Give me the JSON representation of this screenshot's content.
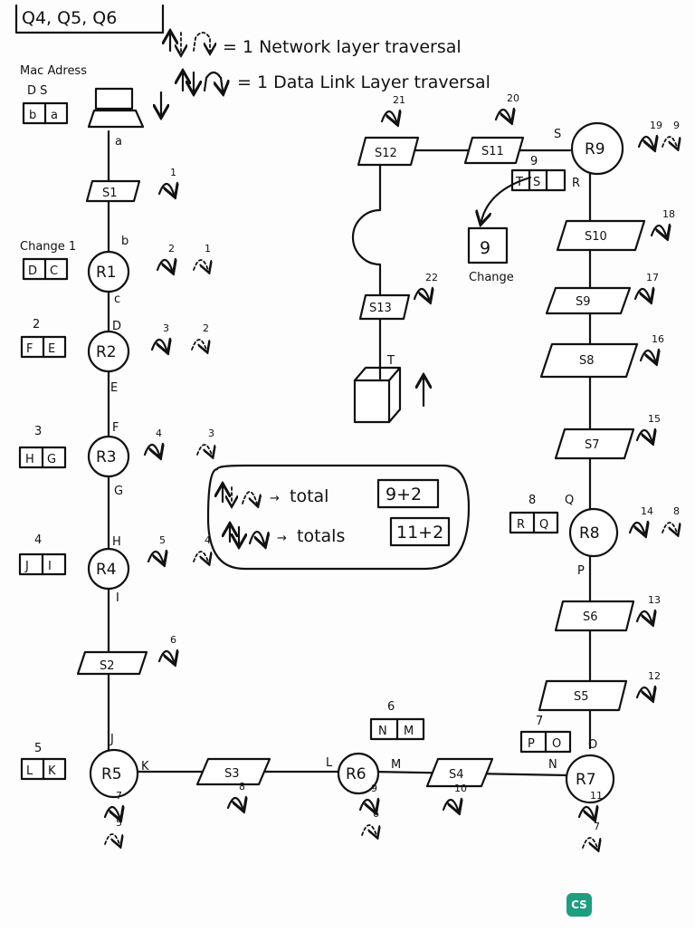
{
  "header": {
    "title": "Q4, Q5, Q6",
    "legend_network": "= 1 Network layer traversal",
    "legend_datalink": "= 1 Data Link Layer traversal",
    "mac_address_label": "Mac Adress",
    "ds_label": "D S"
  },
  "summary": {
    "network_total_label": "total",
    "network_total_value": "9+2",
    "datalink_total_label": "totals",
    "datalink_total_value": "11+2"
  },
  "host_source": {
    "mac_d": "b",
    "mac_s": "a",
    "port": "a"
  },
  "host_dest": {
    "port": "T"
  },
  "switches": {
    "s1": "S1",
    "s2": "S2",
    "s3": "S3",
    "s4": "S4",
    "s5": "S5",
    "s6": "S6",
    "s7": "S7",
    "s8": "S8",
    "s9": "S9",
    "s10": "S10",
    "s11": "S11",
    "s12": "S12",
    "s13": "S13"
  },
  "routers": {
    "r1": "R1",
    "r2": "R2",
    "r3": "R3",
    "r4": "R4",
    "r5": "R5",
    "r6": "R6",
    "r7": "R7",
    "r8": "R8",
    "r9": "R9"
  },
  "ports": {
    "b": "b",
    "c": "c",
    "d": "D",
    "e": "E",
    "f": "F",
    "g": "G",
    "h": "H",
    "i": "I",
    "j": "J",
    "k": "K",
    "l": "L",
    "m": "M",
    "n": "N",
    "o": "O",
    "p": "P",
    "q": "Q",
    "r": "R",
    "s": "S",
    "t": "T"
  },
  "mac_boxes": [
    {
      "step": "Change 1",
      "d": "D",
      "s": "C"
    },
    {
      "step": "2",
      "d": "F",
      "s": "E"
    },
    {
      "step": "3",
      "d": "H",
      "s": "G"
    },
    {
      "step": "4",
      "d": "J",
      "s": "I"
    },
    {
      "step": "5",
      "d": "L",
      "s": "K"
    },
    {
      "step": "6",
      "d": "N",
      "s": "M"
    },
    {
      "step": "7",
      "d": "P",
      "s": "O"
    },
    {
      "step": "8",
      "d": "R",
      "s": "Q"
    },
    {
      "step": "9",
      "d": "T",
      "s": "S"
    }
  ],
  "change_box": {
    "value": "9",
    "label": "Change"
  },
  "dl_counts": {
    "s1": "1",
    "r1": "2",
    "r2": "3",
    "r3": "4",
    "r4": "5",
    "s2": "6",
    "r5": "7",
    "s3": "8",
    "r6": "9",
    "s4": "10",
    "r7": "11",
    "s5": "12",
    "s6": "13",
    "r8": "14",
    "s7": "15",
    "s8": "16",
    "s9": "17",
    "s10": "18",
    "r9": "19",
    "s11": "20",
    "s12": "21",
    "s13": "22"
  },
  "nl_counts": {
    "r1": "1",
    "r2": "2",
    "r3": "3",
    "r4": "4",
    "r5": "5",
    "r6": "6",
    "r7": "7",
    "r8": "8",
    "r9": "9"
  },
  "colors": {
    "ink": "#111111",
    "paper": "#fdfdfd",
    "logo": "#1d9e7e"
  },
  "watermark": "CS"
}
